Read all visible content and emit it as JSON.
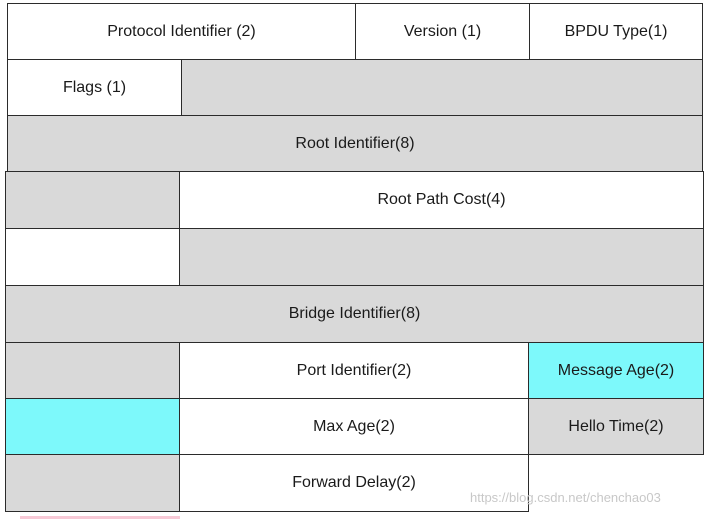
{
  "cells": {
    "protocol_identifier": "Protocol Identifier (2)",
    "version": "Version (1)",
    "bpdu_type": "BPDU Type(1)",
    "flags": "Flags (1)",
    "root_identifier": "Root Identifier(8)",
    "root_path_cost": "Root Path Cost(4)",
    "bridge_identifier": "Bridge Identifier(8)",
    "port_identifier": "Port Identifier(2)",
    "message_age": "Message Age(2)",
    "max_age": "Max Age(2)",
    "hello_time": "Hello Time(2)",
    "forward_delay": "Forward Delay(2)"
  },
  "colors": {
    "filled_gray": "#d9d9d9",
    "highlight_cyan": "#7df9fb",
    "border": "#2b2b2b"
  },
  "watermark": "https://blog.csdn.net/chenchao03"
}
